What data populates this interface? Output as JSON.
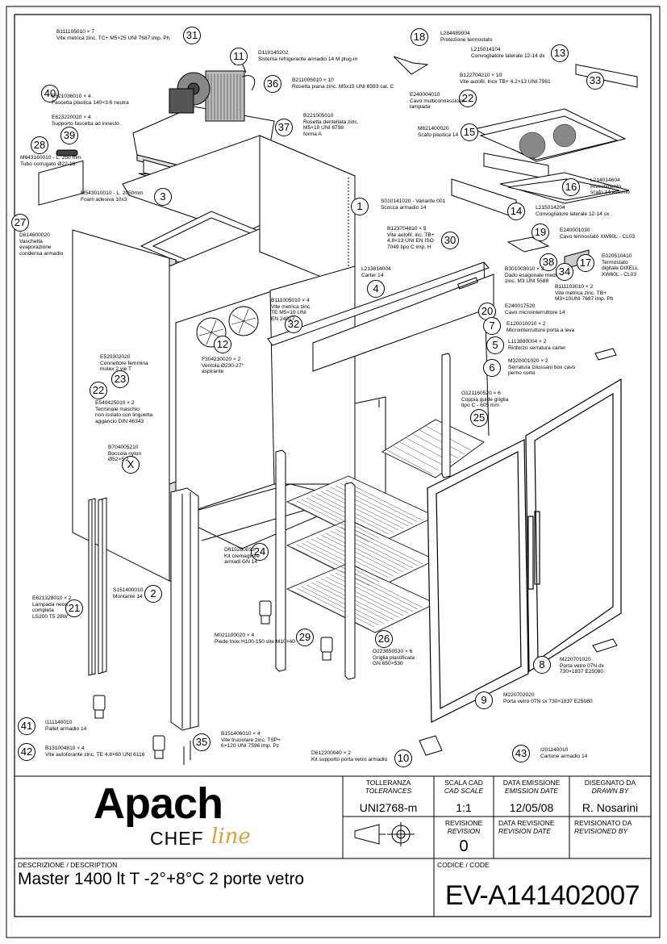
{
  "callouts": [
    {
      "n": "31",
      "code": "B111105010 × 7",
      "desc": "Vite metrica zinc. TC+ M5×25 UNI 7687 imp. Ph"
    },
    {
      "n": "11",
      "code": "D110140202",
      "desc": "Sistema refrigerante armadio 14 M plug-in"
    },
    {
      "n": "36",
      "code": "B211005010 × 10",
      "desc": "Rosetta piana zinc. M5x15 UNI 6593 cat. C"
    },
    {
      "n": "40",
      "code": "E621036010 × 4",
      "desc": "Fascetta plastica 140×3.6 neutra"
    },
    {
      "n": "39",
      "code": "E623220020 × 4",
      "desc": "Supporto fascetta ad innesto"
    },
    {
      "n": "28",
      "code": "M643160010 - L. 250 mm",
      "desc": "Tubo corrugato Ø22-16"
    },
    {
      "n": "37",
      "code": "B221005010",
      "desc": "Rosetta dentellata zinc.\nM5×10 UNI 6798\nforma A"
    },
    {
      "n": "3",
      "code": "M543010010 - L. 2050mm",
      "desc": "Foam adesiva 10x3"
    },
    {
      "n": "27",
      "code": "D614600020",
      "desc": "Vaschetta\nevaporazione\ncondensa armadio"
    },
    {
      "n": "1",
      "code": "S010141020 - Variante 001",
      "desc": "Scocca armadio 14"
    },
    {
      "n": "30",
      "code": "B123704810 × 5",
      "desc": "Vite autofil. inc. TB+\n4.8×13 UNI EN ISO\n7049 tipo C imp. H"
    },
    {
      "n": "4",
      "code": "L213814004",
      "desc": "Carter 14"
    },
    {
      "n": "32",
      "code": "B111005010 × 4",
      "desc": "Vite metrica zinc.\nTE M5×10 UNI\nEN 24017"
    },
    {
      "n": "12",
      "code": "F304230020 × 2",
      "desc": "Ventola Ø230-27°\naspirante"
    },
    {
      "n": "23",
      "code": "E520302020",
      "desc": "Connettore femmina\nmolex 2 vie T"
    },
    {
      "n": "22a",
      "code": "E540425010 × 2",
      "desc": "Terminale maschio\nnon isolato con linguetta\naggancio DIN 46343"
    },
    {
      "n": "X",
      "code": "B704005210",
      "desc": "Boccola nylon\nØ52×5,2"
    },
    {
      "n": "18",
      "code": "L284489004",
      "desc": "Protezione termostato"
    },
    {
      "n": "13",
      "code": "L215014104",
      "desc": "Convogliatore laterale 12-14 dx"
    },
    {
      "n": "33",
      "code": "B122704210 × 10",
      "desc": "Vite autofil. Inox TB+ 4.2×13 UNI 7981"
    },
    {
      "n": "22",
      "code": "E240004010",
      "desc": "Cavo multiconnessione\nlampada"
    },
    {
      "n": "15",
      "code": "M621400020",
      "desc": "Scafo plastica 14"
    },
    {
      "n": "16",
      "code": "L214014604",
      "desc": "Rivestimento\nscafo 14 esterno"
    },
    {
      "n": "14",
      "code": "L215014204",
      "desc": "Convogliatore laterale 12-14 sx"
    },
    {
      "n": "19",
      "code": "E240001030",
      "desc": "Cavo termostato XW60L - CL03"
    },
    {
      "n": "38",
      "code": "B301003010 × 2",
      "desc": "Dado esagonale medio\nzinc. M3 UNI 5588"
    },
    {
      "n": "17",
      "code": "E020510410",
      "desc": "Termostato\ndigitale DIXELL\nXW60L - CL03"
    },
    {
      "n": "34",
      "code": "B111103010 × 2",
      "desc": "Vite metrica zinc. TB+\nM3×10UNI 7687 imp. Ph"
    },
    {
      "n": "20",
      "code": "E240017520",
      "desc": "Cavo microinterruttore 14"
    },
    {
      "n": "7",
      "code": "E120010010 × 2",
      "desc": "Microinterruttore porta a leva"
    },
    {
      "n": "5",
      "code": "L113880004 × 2",
      "desc": "Rinforzo serratura carter"
    },
    {
      "n": "6",
      "code": "M320001020 × 2",
      "desc": "Serratura Giussani box cavo\nperno corto"
    },
    {
      "n": "25",
      "code": "O121160520 × 6",
      "desc": "Coppia guide griglia\ntipo C - 605 mm"
    },
    {
      "n": "24",
      "code": "D615260032",
      "desc": "Kit cremagliere\narmadi GN 14"
    },
    {
      "n": "2",
      "code": "S151400010",
      "desc": "Montante 14"
    },
    {
      "n": "21",
      "code": "E621328010 × 2",
      "desc": "Lampada neon\ncompleta\nLS200 T5 28W"
    },
    {
      "n": "29",
      "code": "M021100020 × 4",
      "desc": "Piede Inox H100-150 vite M10×40"
    },
    {
      "n": "26",
      "code": "O223650530 × 6",
      "desc": "Griglia plastificata\nGN 650×530"
    },
    {
      "n": "8",
      "code": "M220701020",
      "desc": "Porta vetro 07N dx\n730×1837 E25080"
    },
    {
      "n": "9",
      "code": "M220702020",
      "desc": "Porta vetro 07N sx 730×1837 E25080"
    },
    {
      "n": "41",
      "code": "I111140010",
      "desc": "Pallet armadio 14"
    },
    {
      "n": "42",
      "code": "B131004810 × 4",
      "desc": "Vite autoforante zinc. TE 4.8×60 UNI 6116"
    },
    {
      "n": "35",
      "code": "B151406010 × 4",
      "desc": "Vite truciolare zinc. TSP+\n6×120 UNI 7596 imp. Pz"
    },
    {
      "n": "10",
      "code": "D612200040 × 2",
      "desc": "Kit supporto porta vetro armadio"
    },
    {
      "n": "43",
      "code": "I201140010",
      "desc": "Cartone armadio 14"
    }
  ],
  "titleblock": {
    "logo_main": "Apach",
    "logo_chef": "CHEF",
    "logo_line": "line",
    "tolerance_label": "TOLLERANZA",
    "tolerance_label_en": "TOLERANCES",
    "tolerance_value": "UNI2768-m",
    "scale_label": "SCALA CAD",
    "scale_label_en": "CAD SCALE",
    "scale_value": "1:1",
    "emission_label": "DATA EMISSIONE",
    "emission_label_en": "EMISSION DATE",
    "emission_value": "12/05/08",
    "drawn_label": "DISEGNATO DA",
    "drawn_label_en": "DRAWN BY",
    "drawn_value": "R. Nosarini",
    "revision_label": "REVISIONE",
    "revision_label_en": "REVISION",
    "revision_value": "0",
    "revdate_label": "DATA REVISIONE",
    "revdate_label_en": "REVISION DATE",
    "revdate_value": "",
    "revby_label": "REVISIONATO DA",
    "revby_label_en": "REVISIONED BY",
    "revby_value": "",
    "desc_label": "DESCRIZIONE / DESCRIPTION",
    "desc_value": "Master 1400 lt T -2°+8°C 2 porte vetro",
    "code_label": "CODICE / CODE",
    "code_value": "EV-A141402007"
  }
}
